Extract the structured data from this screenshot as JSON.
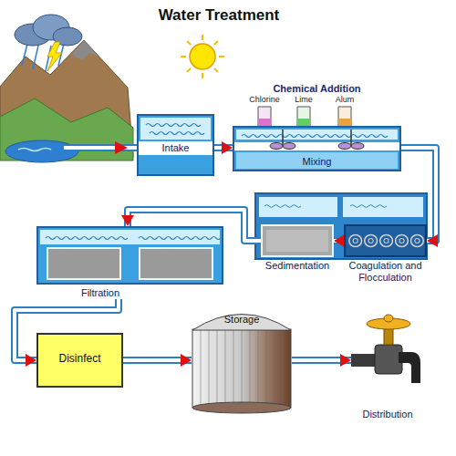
{
  "diagram": {
    "title": "Water Treatment",
    "nodes": [
      {
        "text": [
          "Intake"
        ]
      },
      {
        "text": [
          "Mixing"
        ]
      },
      {
        "text": [
          "Coagulation and Flocculation"
        ]
      },
      {
        "text": [
          "Sedimentation"
        ]
      },
      {
        "text": [
          "Filtration"
        ]
      },
      {
        "text": [
          "Disinfect"
        ]
      },
      {
        "text": [
          "Storage"
        ]
      },
      {
        "text": [
          "Distribution"
        ]
      }
    ],
    "edges": [
      {
        "from": 0,
        "to": 1,
        "arrow": "to"
      },
      {
        "from": 1,
        "to": 2,
        "arrow": "to"
      },
      {
        "from": 2,
        "to": 3,
        "arrow": "to"
      },
      {
        "from": 3,
        "to": 4,
        "arrow": "to"
      },
      {
        "from": 4,
        "to": 5,
        "arrow": "to"
      },
      {
        "from": 5,
        "to": 6,
        "arrow": "to"
      },
      {
        "from": 6,
        "to": 7,
        "arrow": "to"
      }
    ],
    "labels": [
      "Chemical Addition",
      "Chlorine",
      "Lime",
      "Alum"
    ]
  }
}
